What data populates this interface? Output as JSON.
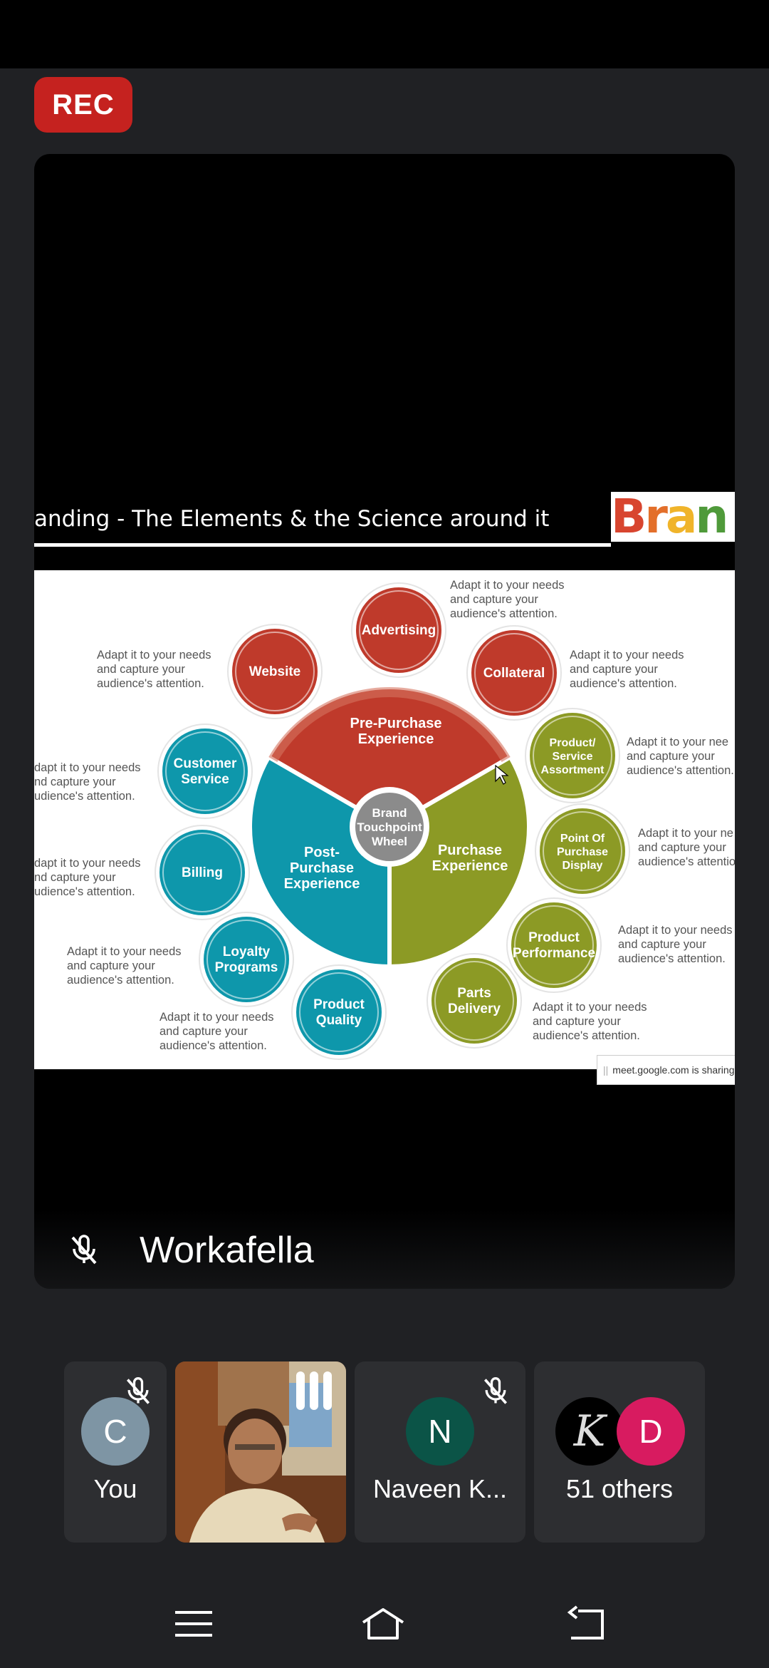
{
  "recording": {
    "label": "REC"
  },
  "slide": {
    "title": "anding - The Elements & the Science around it",
    "logo_text": "Brandi",
    "center": {
      "line1": "Brand",
      "line2": "Touchpoint",
      "line3": "Wheel"
    },
    "segments": {
      "pre": [
        "Pre-Purchase",
        "Experience"
      ],
      "post": [
        "Post-",
        "Purchase",
        "Experience"
      ],
      "purchase": [
        "Purchase",
        "Experience"
      ]
    },
    "nodes": [
      [
        "Advertising"
      ],
      [
        "Collateral"
      ],
      [
        "Product/",
        "Service",
        "Assortment"
      ],
      [
        "Point Of",
        "Purchase",
        "Display"
      ],
      [
        "Product",
        "Performance"
      ],
      [
        "Parts",
        "Delivery"
      ],
      [
        "Product",
        "Quality"
      ],
      [
        "Loyalty",
        "Programs"
      ],
      [
        "Billing"
      ],
      [
        "Customer",
        "Service"
      ],
      [
        "Website"
      ]
    ],
    "caption_lines": [
      [
        "Adapt it to your needs",
        "and capture your",
        "audience's attention."
      ],
      [
        "Adapt it to your needs",
        "and capture your",
        "audience's attention."
      ],
      [
        "Adapt it to your nee",
        "and capture your",
        "audience's attention."
      ],
      [
        "Adapt it to your ne",
        "and capture your",
        "audience's attentio"
      ],
      [
        "Adapt it to your needs",
        "and capture your",
        "audience's attention."
      ],
      [
        "Adapt it to your needs",
        "and capture your",
        "audience's attention."
      ],
      [
        "Adapt it to your needs",
        "and capture your",
        "audience's attention."
      ],
      [
        "Adapt it to your needs",
        "and capture your",
        "audience's attention."
      ],
      [
        "dapt it to your needs",
        "nd capture your",
        "udience's attention."
      ],
      [
        "dapt it to your needs",
        "nd capture your",
        "udience's attention."
      ],
      [
        "Adapt it to your needs",
        "and capture your",
        "audience's attention."
      ]
    ]
  },
  "sharing_notice": "meet.google.com is sharing y",
  "presenter": {
    "name": "Workafella",
    "mic": "mic-off-icon"
  },
  "participants": [
    {
      "label": "You",
      "initial": "C",
      "avatar_color": "#7e95a4",
      "mic": "mic-off-icon"
    },
    {
      "label": "",
      "video": true,
      "speaking": true
    },
    {
      "label": "Naveen K...",
      "initial": "N",
      "avatar_color": "#0b5447",
      "mic": "mic-off-icon"
    },
    {
      "label": "51 others",
      "initial": "D",
      "avatar_color": "#d81b60",
      "second_initial": "K"
    }
  ],
  "colors": {
    "red": "#bf3a2b",
    "teal": "#0e97ab",
    "olive": "#8c9a25",
    "grey": "#8b8b8b",
    "rec": "#c5221f"
  }
}
